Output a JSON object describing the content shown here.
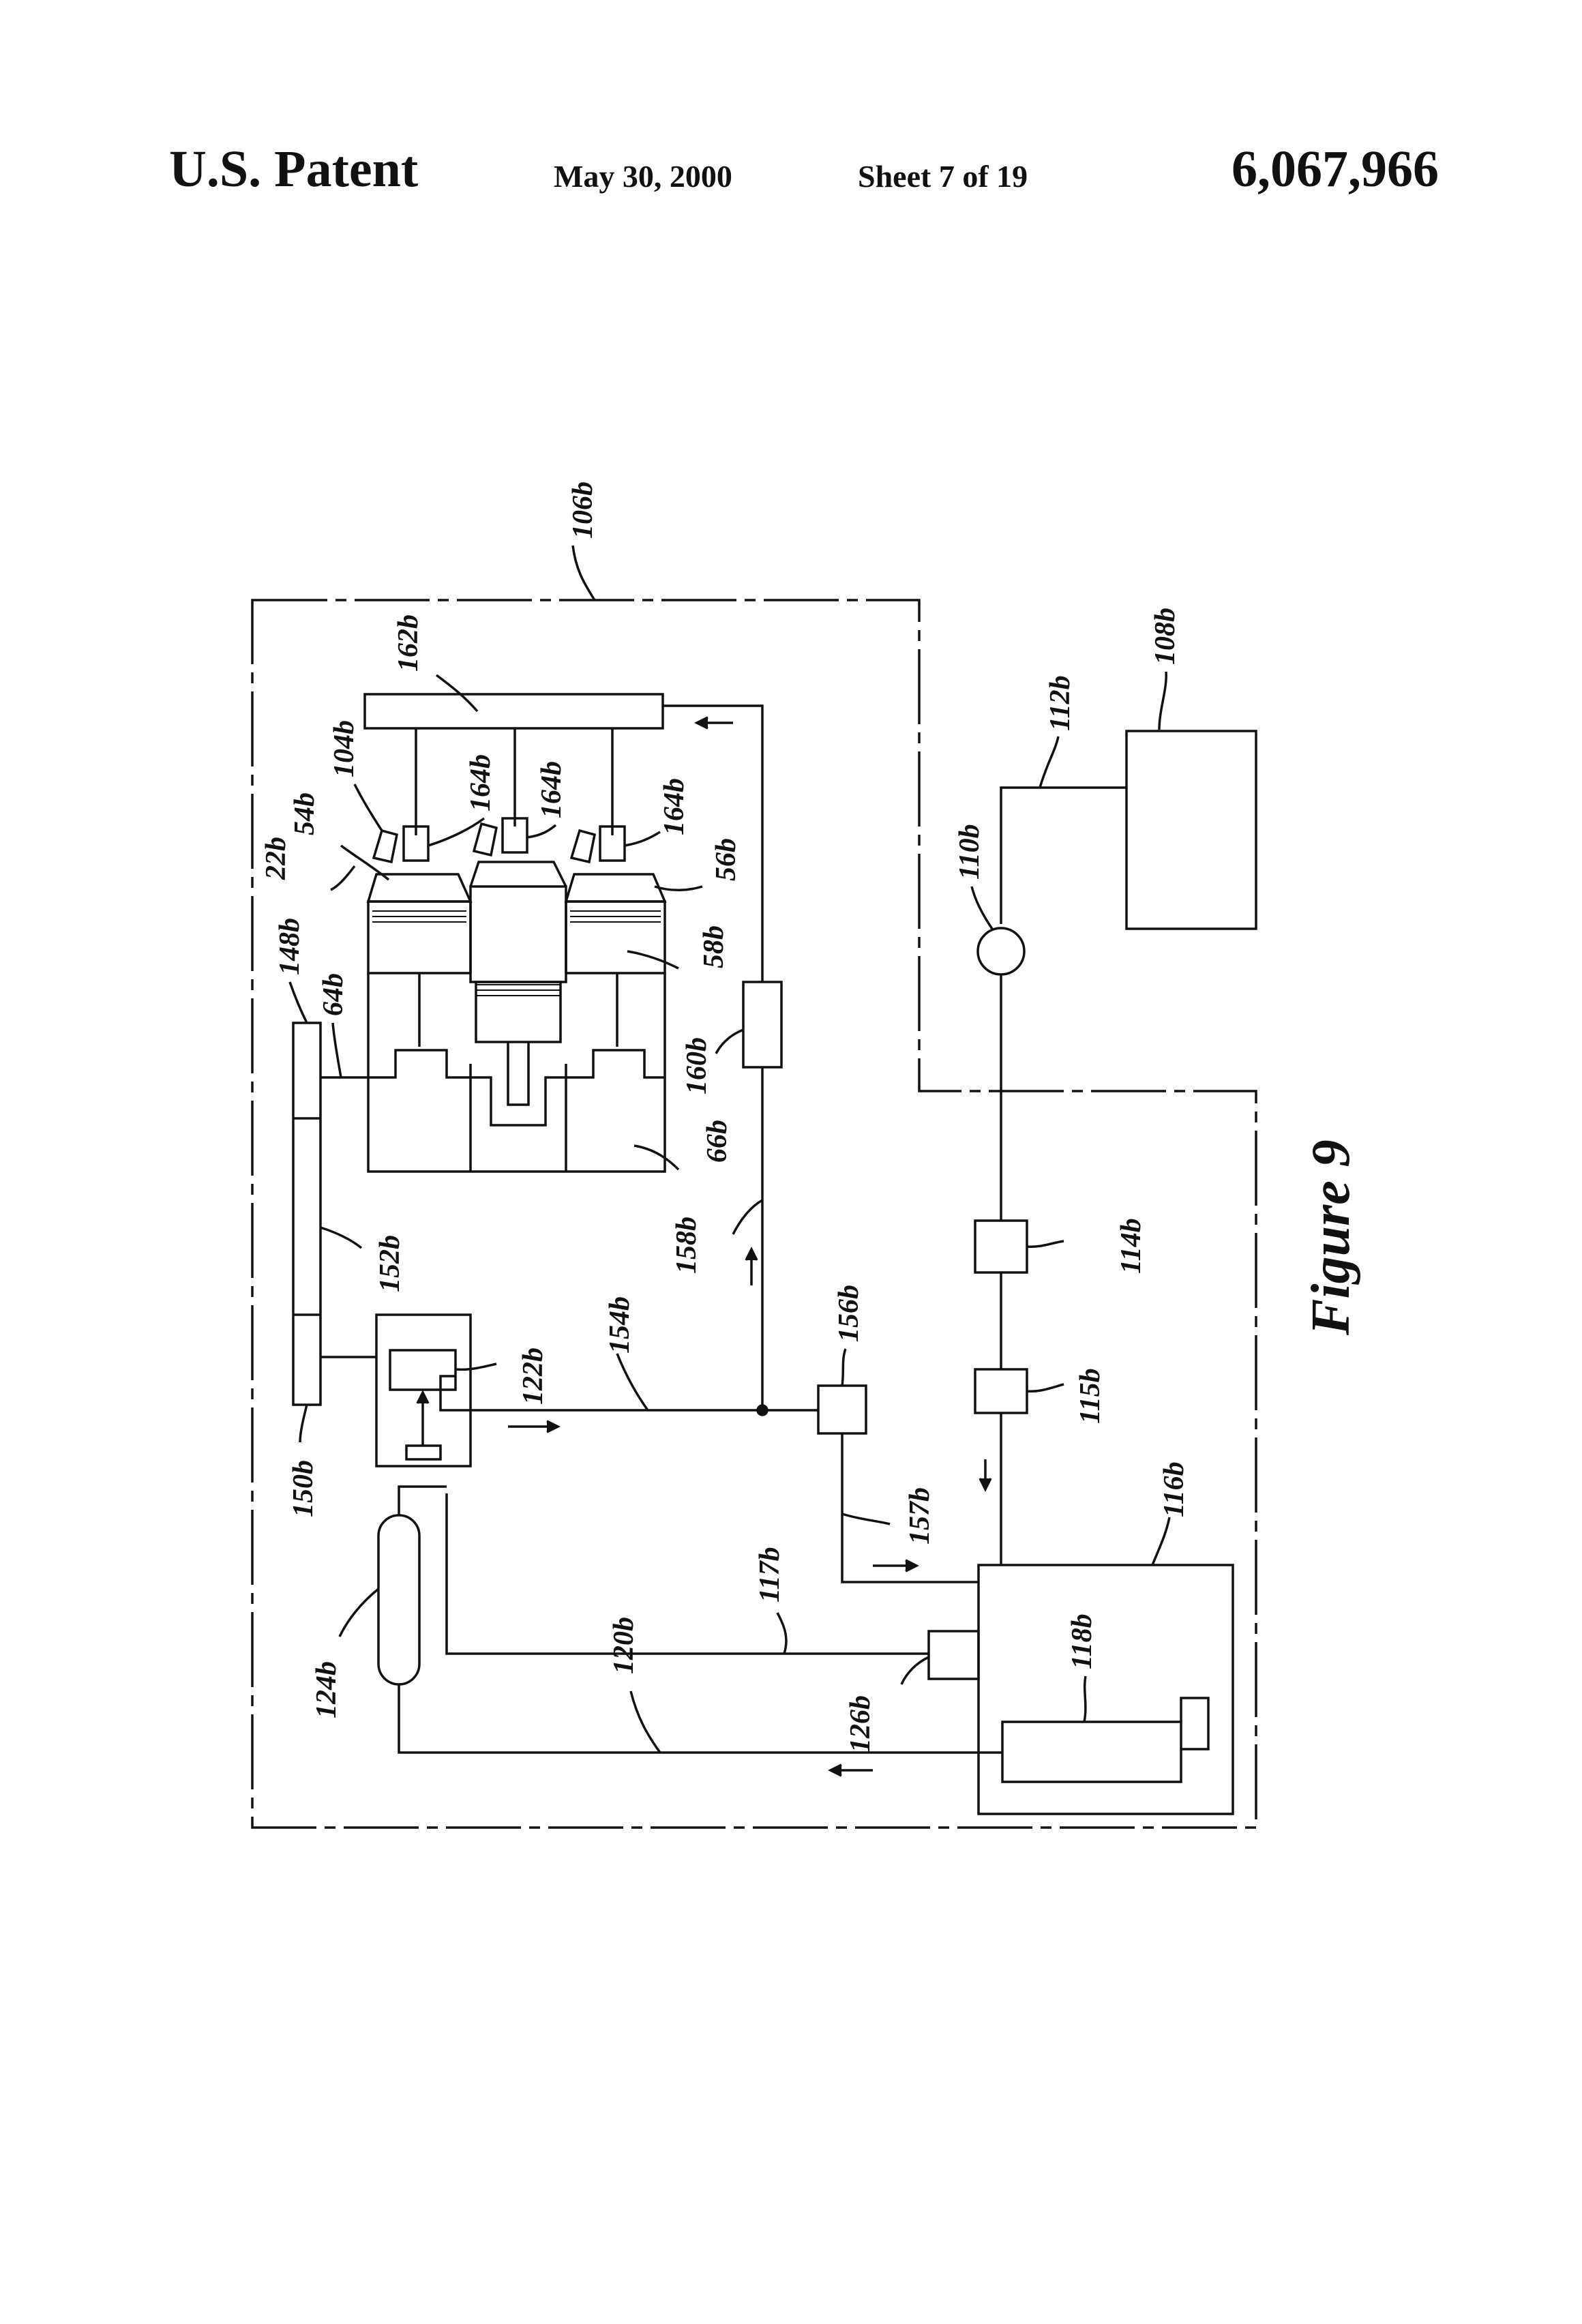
{
  "header": {
    "title": "U.S. Patent",
    "date": "May 30, 2000",
    "sheet": "Sheet 7 of 19",
    "patent_number": "6,067,966"
  },
  "figure": {
    "caption": "Figure 9",
    "labels": {
      "l106b": "106b",
      "l108b": "108b",
      "l112b": "112b",
      "l110b": "110b",
      "l162b": "162b",
      "l104b": "104b",
      "l54b": "54b",
      "l22b": "22b",
      "l148b": "148b",
      "l64b": "64b",
      "l164b_1": "164b",
      "l164b_2": "164b",
      "l164b_3": "164b",
      "l56b": "56b",
      "l58b": "58b",
      "l160b": "160b",
      "l66b": "66b",
      "l152b": "152b",
      "l158b": "158b",
      "l114b": "114b",
      "l156b": "156b",
      "l154b": "154b",
      "l122b": "122b",
      "l115b": "115b",
      "l150b": "150b",
      "l157b": "157b",
      "l116b": "116b",
      "l124b": "124b",
      "l120b": "120b",
      "l117b": "117b",
      "l118b": "118b",
      "l126b": "126b"
    }
  }
}
